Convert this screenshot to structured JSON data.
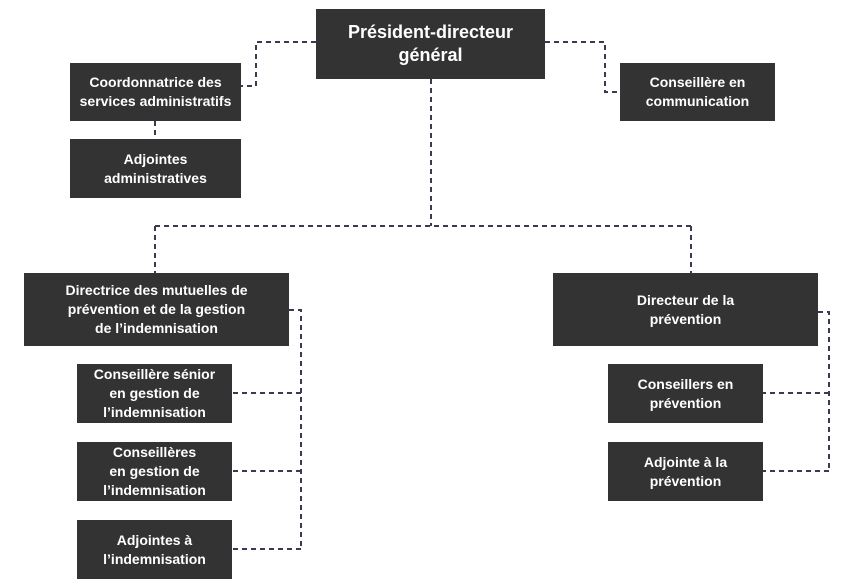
{
  "nodes": {
    "ceo": [
      "Président-directeur",
      "général"
    ],
    "coord_admin": [
      "Coordonnatrice des",
      "services administratifs"
    ],
    "adj_admin": [
      "Adjointes",
      "administratives"
    ],
    "conseillere_comm": [
      "Conseillère en",
      "communication"
    ],
    "dir_mutuelles": [
      "Directrice des mutuelles de",
      "prévention et de la gestion",
      "de l’indemnisation"
    ],
    "cons_senior": [
      "Conseillère sénior",
      "en gestion de",
      "l’indemnisation"
    ],
    "conseilleres_gestion": [
      "Conseillères",
      "en gestion de",
      "l’indemnisation"
    ],
    "adj_indemn": [
      "Adjointes à",
      "l’indemnisation"
    ],
    "dir_prevention": [
      "Directeur de la",
      "prévention"
    ],
    "cons_prevention": [
      "Conseillers en",
      "prévention"
    ],
    "adj_prevention": [
      "Adjointe à la",
      "prévention"
    ]
  },
  "colors": {
    "box": "#333333",
    "text": "#ffffff",
    "connector": "#3a3a52"
  }
}
